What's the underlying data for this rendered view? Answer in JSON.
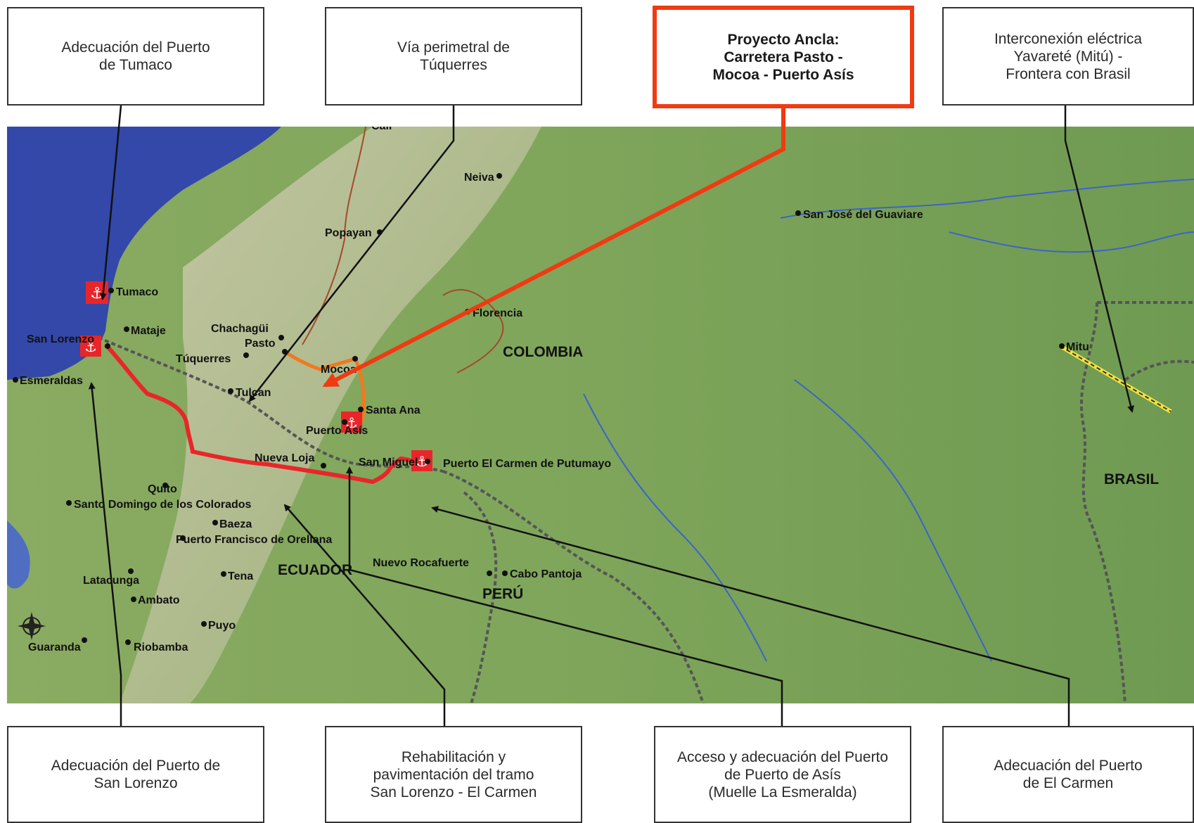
{
  "colors": {
    "highlight": "#f03a12",
    "route": "#e8262a",
    "road_orange": "#f07a1e",
    "sea": "#3348a8",
    "land_green": "#7fa55a",
    "mountain": "#b8b49a",
    "river": "#3d64c8",
    "border": "#555555"
  },
  "boxes": {
    "tumaco": "Adecuación del Puerto\nde Tumaco",
    "tuquerres": "Vía perimetral de\nTúquerres",
    "ancla": "Proyecto Ancla:\nCarretera Pasto -\nMocoa - Puerto Asís",
    "interconexion": "Interconexión eléctrica\nYavareté (Mitú) -\nFrontera con Brasil",
    "san_lorenzo": "Adecuación del Puerto de\nSan Lorenzo",
    "rehabilitacion": "Rehabilitación y\npavimentación del tramo\nSan Lorenzo - El Carmen",
    "acceso": "Acceso y adecuación del Puerto\nde Puerto de Asís\n(Muelle La Esmeralda)",
    "el_carmen": "Adecuación del Puerto\nde El Carmen"
  },
  "map": {
    "countries": {
      "colombia": "COLOMBIA",
      "ecuador": "ECUADOR",
      "peru": "PERÚ",
      "brasil": "BRASIL"
    },
    "cities": {
      "cali": "Cali",
      "neiva": "Neiva",
      "popayan": "Popayan",
      "san_jose": "San José del Guaviare",
      "tumaco": "Tumaco",
      "florencia": "Florencia",
      "mataje": "Mataje",
      "chachagui": "Chachagüi",
      "pasto": "Pasto",
      "san_lorenzo": "San Lorenzo",
      "tuquerres": "Túquerres",
      "mocoa": "Mocoa",
      "mitu": "Mitu",
      "esmeraldas": "Esmeraldas",
      "tulcan": "Tulcan",
      "santa_ana": "Santa Ana",
      "puerto_asis": "Puerto Asís",
      "san_miguel": "San Miguel",
      "puerto_el_carmen": "Puerto El Carmen de Putumayo",
      "nueva_loja": "Nueva Loja",
      "quito": "Quito",
      "santo_domingo": "Santo Domingo de los Colorados",
      "baeza": "Baeza",
      "orellana": "Puerto Francisco de Orellana",
      "nuevo_rocafuerte": "Nuevo Rocafuerte",
      "cabo_pantoja": "Cabo Pantoja",
      "latacunga": "Latacunga",
      "tena": "Tena",
      "ambato": "Ambato",
      "puyo": "Puyo",
      "guaranda": "Guaranda",
      "riobamba": "Riobamba"
    }
  }
}
